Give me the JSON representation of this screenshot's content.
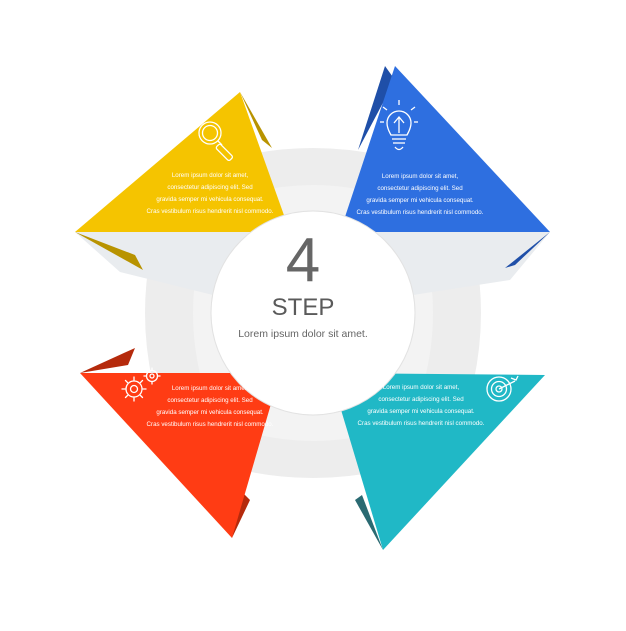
{
  "center": {
    "number": "4",
    "label": "STEP",
    "subtitle": "Lorem ipsum dolor sit amet."
  },
  "steps": [
    {
      "position": "top-left",
      "color": "#F5C400",
      "icon": "magnifier-icon",
      "lines": [
        "Lorem ipsum dolor sit amet,",
        "consectetur adipiscing elit. Sed",
        "gravida semper mi vehicula consequat.",
        "Cras vestibulum risus hendrerit nisl commodo."
      ]
    },
    {
      "position": "top-right",
      "color": "#2E6FE0",
      "icon": "lightbulb-icon",
      "lines": [
        "Lorem ipsum dolor sit amet,",
        "consectetur adipiscing elit. Sed",
        "gravida semper mi vehicula consequat.",
        "Cras vestibulum risus hendrerit nisl commodo."
      ]
    },
    {
      "position": "bottom-left",
      "color": "#FF3C14",
      "icon": "gears-icon",
      "lines": [
        "Lorem ipsum dolor sit amet,",
        "consectetur adipiscing elit. Sed",
        "gravida semper mi vehicula consequat.",
        "Cras vestibulum risus hendrerit nisl commodo."
      ]
    },
    {
      "position": "bottom-right",
      "color": "#20B8C6",
      "icon": "target-icon",
      "lines": [
        "Lorem ipsum dolor sit amet,",
        "consectetur adipiscing elit. Sed",
        "gravida semper mi vehicula consequat.",
        "Cras vestibulum risus hendrerit nisl commodo."
      ]
    }
  ]
}
